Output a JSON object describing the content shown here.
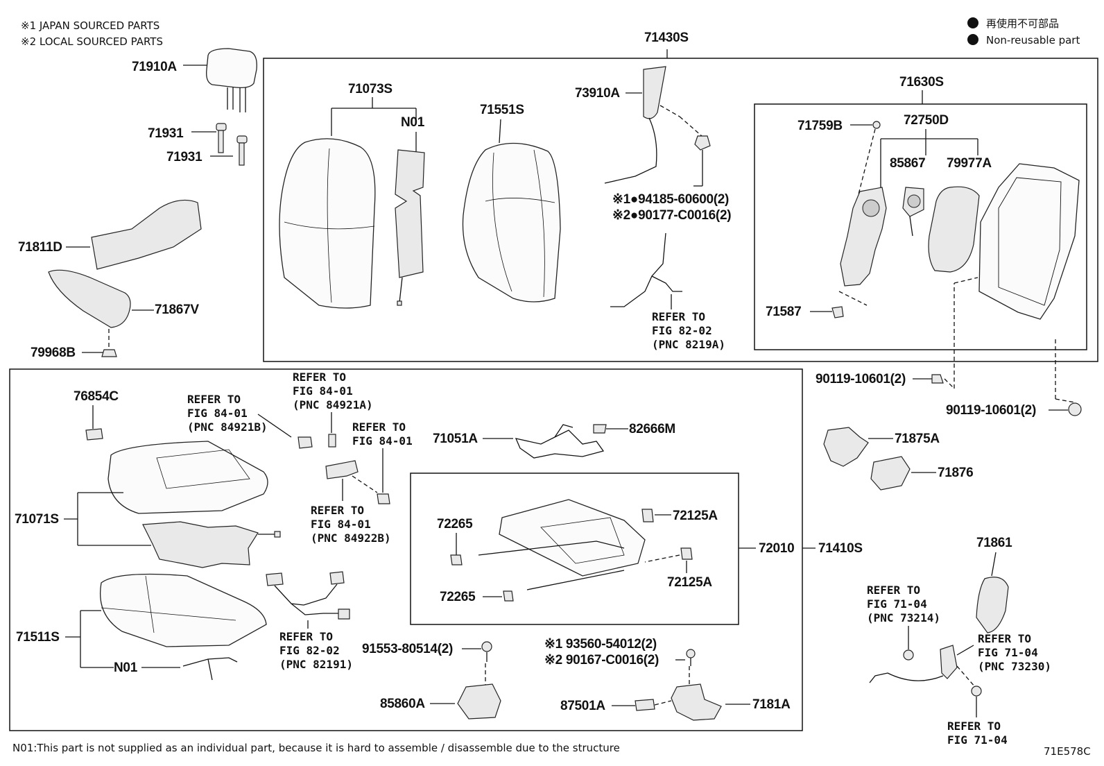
{
  "legend": {
    "japan": "※1 JAPAN SOURCED PARTS",
    "local": "※2 LOCAL SOURCED PARTS",
    "nonreuse_jp": "再使用不可部品",
    "nonreuse_en": "Non-reusable part"
  },
  "footer": {
    "note": "N01:This part is not supplied as an individual part, because it is hard to assemble / disassemble due to the structure",
    "fig_code": "71E578C"
  },
  "labels": {
    "p71430S": "71430S",
    "p71910A": "71910A",
    "p71931a": "71931",
    "p71931b": "71931",
    "p71811D": "71811D",
    "p71867V": "71867V",
    "p79968B": "79968B",
    "p71073S": "71073S",
    "pN01a": "N01",
    "p71551S": "71551S",
    "p73910A": "73910A",
    "p71630S": "71630S",
    "p71759B": "71759B",
    "p72750D": "72750D",
    "p85867": "85867",
    "p79977A": "79977A",
    "p71587": "71587",
    "p94185": "※1●94185-60600(2)",
    "p90177": "※2●90177-C0016(2)",
    "p90119a": "90119-10601(2)",
    "p90119b": "90119-10601(2)",
    "p76854C": "76854C",
    "p71051A": "71051A",
    "p82666M": "82666M",
    "p71071S": "71071S",
    "p71511S": "71511S",
    "pN01b": "N01",
    "p72265a": "72265",
    "p72265b": "72265",
    "p72125Aa": "72125A",
    "p72125Ab": "72125A",
    "p72010": "72010",
    "p71410S": "71410S",
    "p71875A": "71875A",
    "p71876": "71876",
    "p71861": "71861",
    "p91553": "91553-80514(2)",
    "p85860A": "85860A",
    "p93560": "※1 93560-54012(2)",
    "p90167": "※2 90167-C0016(2)",
    "p87501A": "87501A",
    "p7181A": "7181A"
  },
  "refs": {
    "r8202a": [
      "REFER TO",
      "FIG 82-02",
      "(PNC 8219A)"
    ],
    "r84921B": [
      "REFER TO",
      "FIG 84-01",
      "(PNC 84921B)"
    ],
    "r84921A": [
      "REFER TO",
      "FIG 84-01",
      "(PNC 84921A)"
    ],
    "r8401": [
      "REFER TO",
      "FIG 84-01"
    ],
    "r84922B": [
      "REFER TO",
      "FIG 84-01",
      "(PNC 84922B)"
    ],
    "r82191": [
      "REFER TO",
      "FIG 82-02",
      "(PNC 82191)"
    ],
    "r73214": [
      "REFER TO",
      "FIG 71-04",
      "(PNC 73214)"
    ],
    "r73230": [
      "REFER TO",
      "FIG 71-04",
      "(PNC 73230)"
    ],
    "r7104": [
      "REFER TO",
      "FIG 71-04"
    ]
  }
}
